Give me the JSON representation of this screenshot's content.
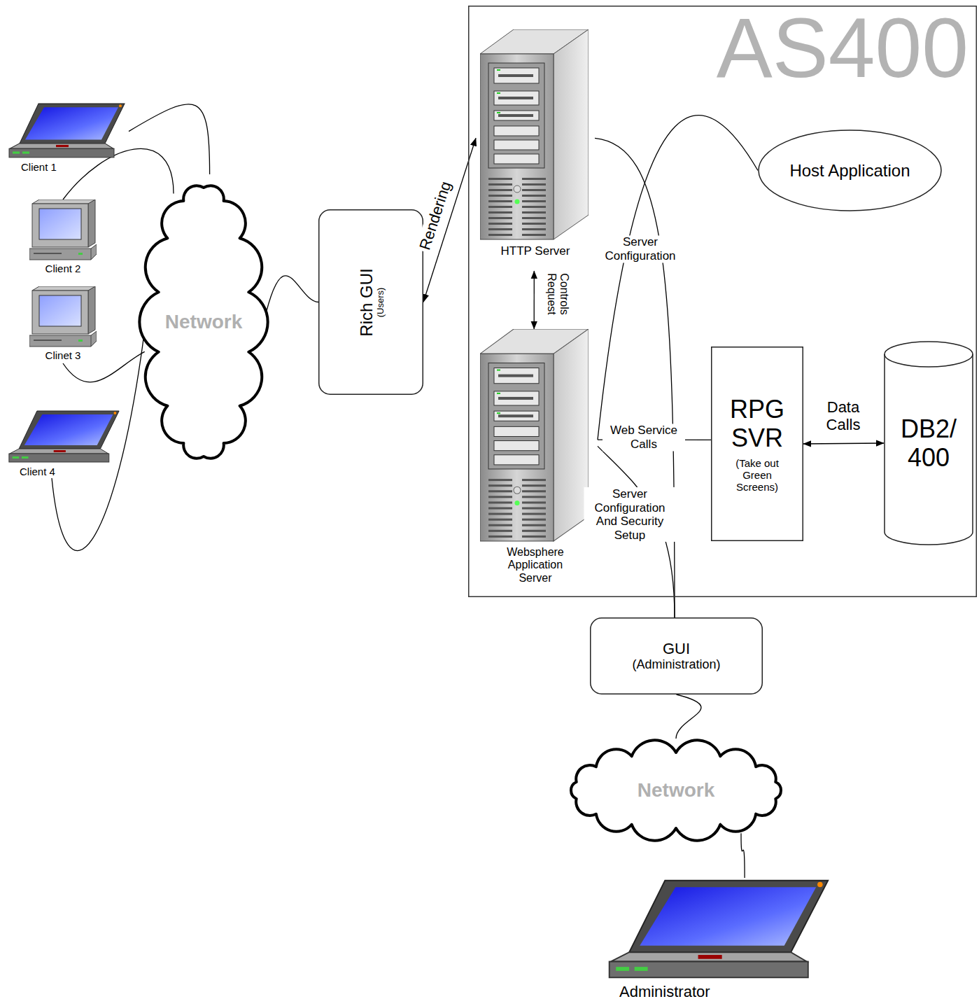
{
  "diagram": {
    "nodes": [
      {
        "text": [
          "AS400"
        ]
      },
      {
        "text": [
          "HTTP Server"
        ],
        "in": 0
      },
      {
        "text": [
          "Websphere Application Server"
        ],
        "in": 0
      },
      {
        "text": [
          "Host Application"
        ],
        "in": 0
      },
      {
        "text": [
          "RPG SVR",
          "(Take out Green Screens)"
        ],
        "in": 0
      },
      {
        "text": [
          "DB2/400"
        ],
        "in": 0
      },
      {
        "text": [
          "Rich GUI",
          "(Users)"
        ]
      },
      {
        "text": [
          "Network"
        ]
      },
      {
        "text": [
          "Client 1"
        ]
      },
      {
        "text": [
          "Client 2"
        ]
      },
      {
        "text": [
          "Clinet 3"
        ]
      },
      {
        "text": [
          "Client 4"
        ]
      },
      {
        "text": [
          "GUI",
          "(Administration)"
        ]
      },
      {
        "text": [
          "Network"
        ]
      },
      {
        "text": [
          "Administrator"
        ]
      }
    ],
    "edges": [
      {
        "from": 8,
        "to": 7,
        "arrow": "none"
      },
      {
        "from": 9,
        "to": 7,
        "arrow": "none"
      },
      {
        "from": 10,
        "to": 7,
        "arrow": "none"
      },
      {
        "from": 11,
        "to": 7,
        "arrow": "none"
      },
      {
        "from": 7,
        "to": 6,
        "arrow": "none"
      },
      {
        "from": 6,
        "to": 1,
        "label": "Rendering",
        "arrow": "both"
      },
      {
        "from": 1,
        "to": 2,
        "label": "Controls Request",
        "arrow": "both"
      },
      {
        "from": 2,
        "to": 4,
        "label": "Web Service Calls",
        "arrow": "none"
      },
      {
        "from": 4,
        "to": 5,
        "label": "Data Calls",
        "arrow": "both"
      },
      {
        "from": 2,
        "to": 3,
        "arrow": "none"
      },
      {
        "from": 1,
        "to": 12,
        "label": "Server Configuration",
        "arrow": "none"
      },
      {
        "from": 2,
        "to": 12,
        "label": "Server Configuration And Security Setup",
        "arrow": "none"
      },
      {
        "from": 12,
        "to": 13,
        "arrow": "none"
      },
      {
        "from": 13,
        "to": 14,
        "arrow": "none"
      }
    ]
  }
}
